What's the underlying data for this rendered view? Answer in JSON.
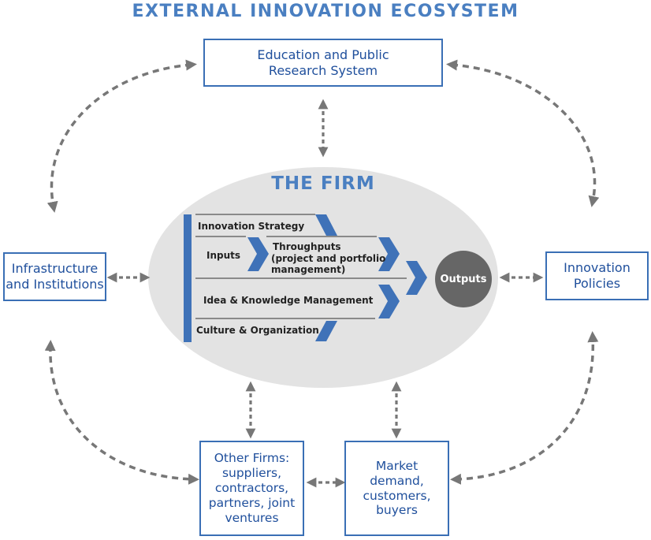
{
  "title": "EXTERNAL INNOVATION ECOSYSTEM",
  "firm_title": "THE FIRM",
  "nodes": {
    "education": "Education and Public Research System",
    "infrastructure": "Infrastructure and Institutions",
    "policies": "Innovation Policies",
    "other_firms": "Other Firms: suppliers, contractors, partners, joint ventures",
    "market": "Market demand, customers, buyers"
  },
  "firm": {
    "innovation_strategy": "Innovation Strategy",
    "inputs": "Inputs",
    "throughputs": "Throughputs",
    "throughputs_sub": "(project and portfolio management)",
    "idea_knowledge": "Idea & Knowledge Management",
    "culture": "Culture & Organization",
    "outputs": "Outputs"
  },
  "colors": {
    "accent_blue": "#4a7fc1",
    "box_border": "#3a6fb5",
    "box_text": "#1f4f9c",
    "ellipse": "#e3e3e3",
    "arrow_gray": "#777777",
    "outputs_circle": "#666666"
  }
}
